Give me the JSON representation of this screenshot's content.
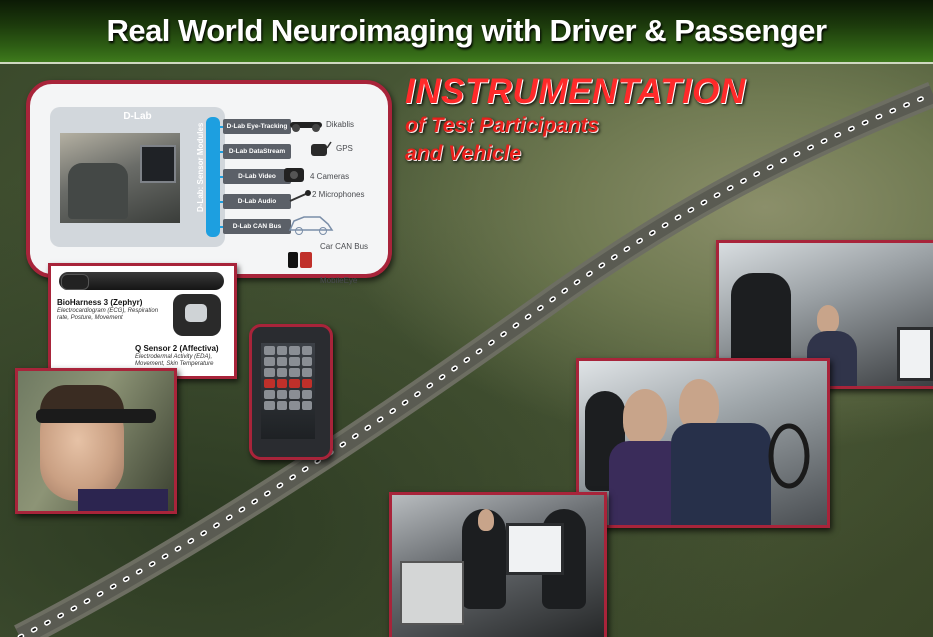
{
  "title": "Real World Neuroimaging with  Driver & Passenger",
  "headline": {
    "main": "INSTRUMENTATION",
    "line2": "of Test Participants",
    "line3": "and Vehicle"
  },
  "dlab": {
    "box_title": "D-Lab",
    "strip_label": "D-Lab: Sensor Modules",
    "modules": [
      "D-Lab Eye-Tracking",
      "D-Lab DataStream",
      "D-Lab Video",
      "D-Lab Audio",
      "D-Lab CAN Bus"
    ],
    "devices": {
      "dikablis": "Dikablis",
      "gps": "GPS",
      "cameras": "4 Cameras",
      "microphones": "2 Microphones",
      "can_bus": "Car CAN Bus",
      "mobileye": "MobileEye"
    }
  },
  "physio": {
    "bioharness_name": "BioHarness 3 (Zephyr)",
    "bioharness_desc": "Electrocardiogram (ECG), Respiration rate, Posture, Movement",
    "qsensor_name": "Q Sensor 2 (Affectiva)",
    "qsensor_desc": "Electrodermal Activity (EDA), Movement, Skin Temperature"
  },
  "icons": {
    "eye_tracker": "eye-tracking-glasses-icon",
    "gps": "gps-receiver-icon",
    "camera": "camera-icon",
    "microphone": "microphone-icon",
    "car": "car-icon",
    "mobileye": "mobileye-device-icon"
  },
  "colors": {
    "accent_red": "#a8243a",
    "headline_red": "#ff2a2a",
    "title_green": "#2e5e14",
    "sensor_blue": "#1d9fe0"
  }
}
